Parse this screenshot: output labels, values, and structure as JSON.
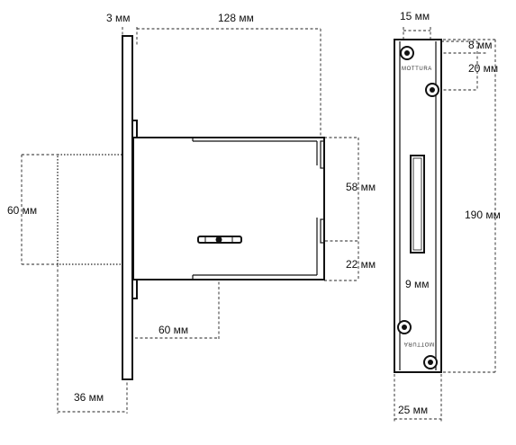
{
  "diagram": {
    "dimensions": {
      "faceplate_thickness": "3 мм",
      "body_length": "128 мм",
      "lock_height": "58 мм",
      "key_offset": "22 мм",
      "backset": "60 мм",
      "cylinder_height": "60 мм",
      "projection": "36 мм",
      "strike_hole_offset": "15 мм",
      "top_hole_offset": "8 мм",
      "hole_spacing": "20 мм",
      "strike_length": "190 мм",
      "slot_width": "9 мм",
      "strike_width": "25 мм"
    },
    "engravings": {
      "top": "MOTTURA",
      "bottom": "MOTTURA"
    },
    "colors": {
      "line": "#111111",
      "background": "#ffffff"
    }
  }
}
